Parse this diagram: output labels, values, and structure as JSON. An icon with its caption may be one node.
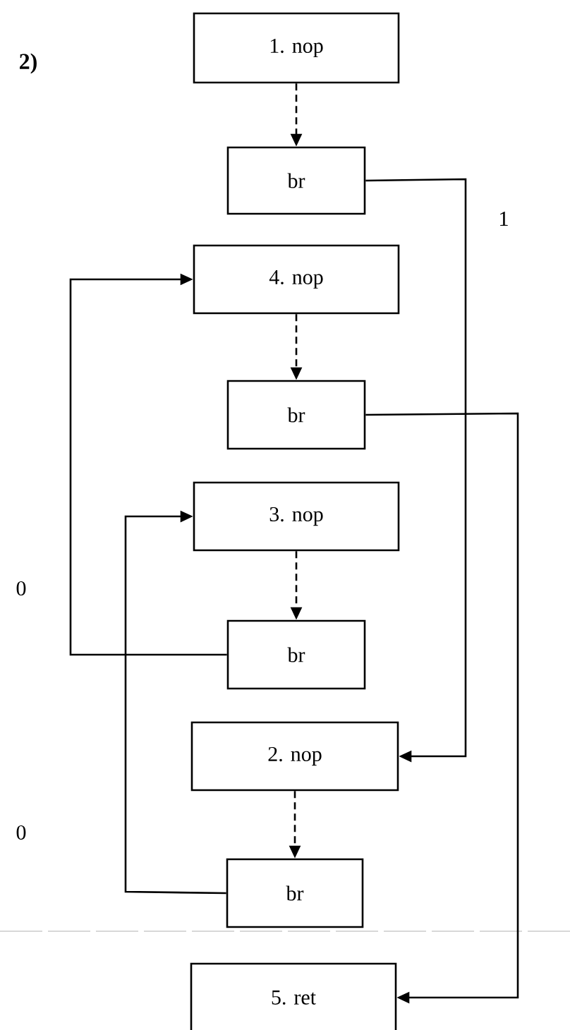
{
  "diagram": {
    "nodes": [
      {
        "text": [
          "1. nop"
        ]
      },
      {
        "text": [
          "br"
        ]
      },
      {
        "text": [
          "4. nop"
        ]
      },
      {
        "text": [
          "br"
        ]
      },
      {
        "text": [
          "3. nop"
        ]
      },
      {
        "text": [
          "br"
        ]
      },
      {
        "text": [
          "2. nop"
        ]
      },
      {
        "text": [
          "br"
        ]
      },
      {
        "text": [
          "5. ret"
        ]
      }
    ],
    "edges": [
      {
        "from": 0,
        "to": 1,
        "arrow": "to",
        "style": "dashed"
      },
      {
        "from": 1,
        "to": 6,
        "arrow": "to",
        "label": "1"
      },
      {
        "from": 2,
        "to": 3,
        "arrow": "to",
        "style": "dashed"
      },
      {
        "from": 3,
        "to": 8,
        "arrow": "to"
      },
      {
        "from": 4,
        "to": 5,
        "arrow": "to",
        "style": "dashed"
      },
      {
        "from": 5,
        "to": 2,
        "arrow": "to",
        "label": "0"
      },
      {
        "from": 6,
        "to": 7,
        "arrow": "to",
        "style": "dashed"
      },
      {
        "from": 7,
        "to": 4,
        "arrow": "to",
        "label": "0"
      }
    ],
    "labels": [
      "2)"
    ]
  }
}
